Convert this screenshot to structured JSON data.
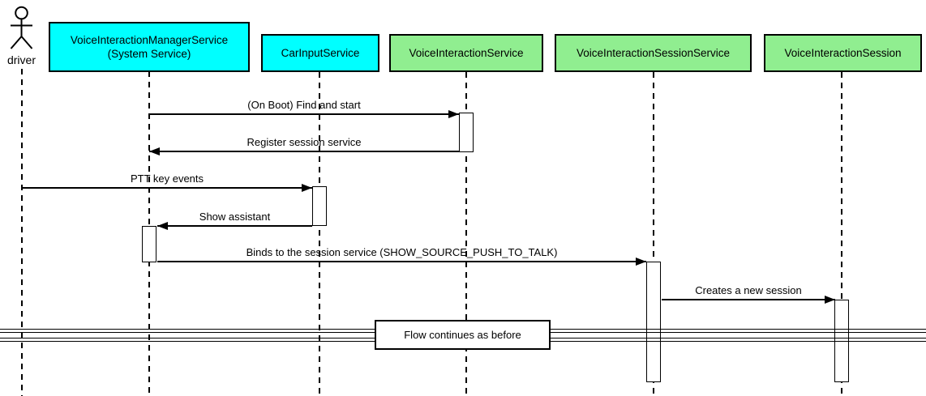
{
  "colors": {
    "participant_cyan": "#00ffff",
    "participant_green": "#90ee90",
    "line": "#000000",
    "activation_fill": "#ffffff",
    "background": "#ffffff"
  },
  "actor": {
    "label": "driver"
  },
  "participants": [
    {
      "label": "VoiceInteractionManagerService",
      "sublabel": "(System Service)",
      "fill": "#00ffff"
    },
    {
      "label": "CarInputService",
      "fill": "#00ffff"
    },
    {
      "label": "VoiceInteractionService",
      "fill": "#90ee90"
    },
    {
      "label": "VoiceInteractionSessionService",
      "fill": "#90ee90"
    },
    {
      "label": "VoiceInteractionSession",
      "fill": "#90ee90"
    }
  ],
  "messages": [
    {
      "label": "(On Boot) Find and start",
      "from": "VoiceInteractionManagerService",
      "to": "VoiceInteractionService",
      "direction": "right"
    },
    {
      "label": "Register session service",
      "from": "VoiceInteractionService",
      "to": "VoiceInteractionManagerService",
      "direction": "left"
    },
    {
      "label": "PTT key events",
      "from": "driver",
      "to": "CarInputService",
      "direction": "right"
    },
    {
      "label": "Show assistant",
      "from": "CarInputService",
      "to": "VoiceInteractionManagerService",
      "direction": "left"
    },
    {
      "label": "Binds to the session service (SHOW_SOURCE_PUSH_TO_TALK)",
      "from": "VoiceInteractionManagerService",
      "to": "VoiceInteractionSessionService",
      "direction": "right"
    },
    {
      "label": "Creates a new session",
      "from": "VoiceInteractionSessionService",
      "to": "VoiceInteractionSession",
      "direction": "right"
    }
  ],
  "divider": {
    "label": "Flow continues as before"
  }
}
